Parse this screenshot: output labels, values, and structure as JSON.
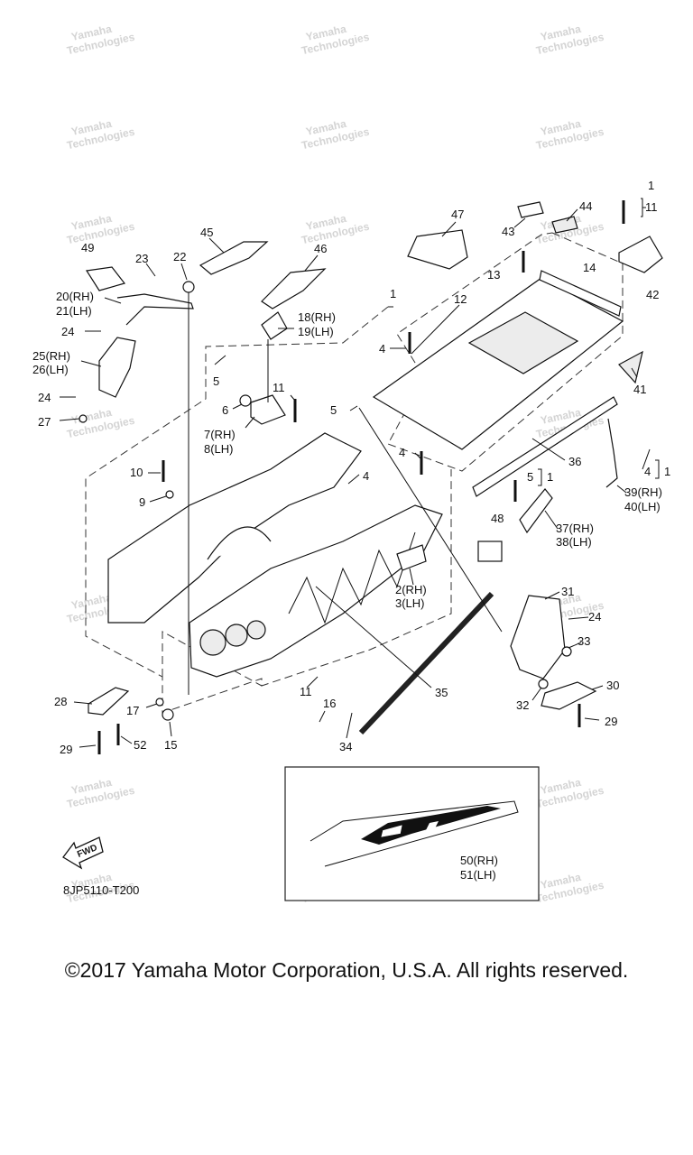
{
  "diagram_code": "8JP5110-T200",
  "fwd_label": "FWD",
  "copyright": "©2017 Yamaha Motor Corporation, U.S.A. All rights reserved.",
  "watermark_lines": [
    "Yamaha",
    "Technologies"
  ],
  "callouts": {
    "c1a": "1",
    "c11a": "11",
    "c44": "44",
    "c43": "43",
    "c47": "47",
    "c49": "49",
    "c22": "22",
    "c45": "45",
    "c23": "23",
    "c46": "46",
    "c13": "13",
    "c14": "14",
    "c42": "42",
    "c20": "20(RH)",
    "c21": "21(LH)",
    "c1b": "1",
    "c12": "12",
    "c18": "18(RH)",
    "c19": "19(LH)",
    "c24a": "24",
    "c25": "25(RH)",
    "c26": "26(LH)",
    "c4a": "4",
    "c41": "41",
    "c5a": "5",
    "c24b": "24",
    "c11b": "11",
    "c6": "6",
    "c5b": "5",
    "c27": "27",
    "c7": "7(RH)",
    "c8": "8(LH)",
    "c36": "36",
    "c4b": "4",
    "c4c": "4",
    "c1c": "1",
    "c10": "10",
    "c4d": "4",
    "c5c": "5",
    "c1d": "1",
    "c39": "39(RH)",
    "c40": "40(LH)",
    "c9": "9",
    "c48": "48",
    "c37": "37(RH)",
    "c38": "38(LH)",
    "c2": "2(RH)",
    "c3": "3(LH)",
    "c31": "31",
    "c24c": "24",
    "c33": "33",
    "c11c": "11",
    "c30": "30",
    "c28": "28",
    "c35": "35",
    "c32": "32",
    "c17": "17",
    "c16": "16",
    "c29a": "29",
    "c29b": "29",
    "c52": "52",
    "c15": "15",
    "c34": "34",
    "c50": "50(RH)",
    "c51": "51(LH)"
  }
}
